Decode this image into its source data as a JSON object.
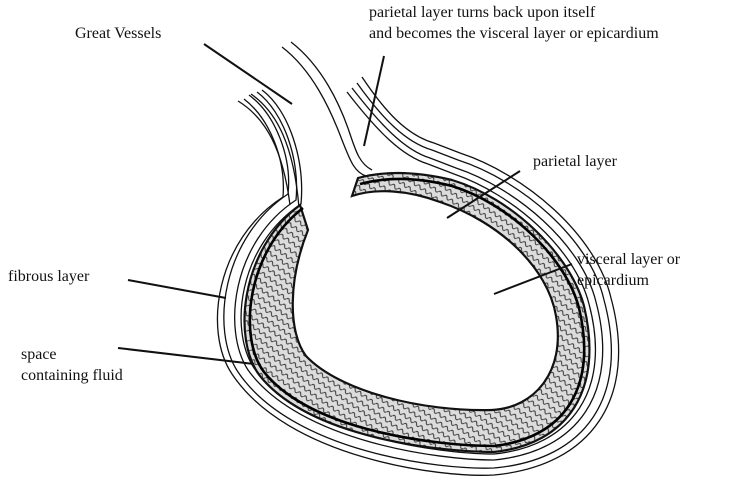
{
  "labels": {
    "great_vessels": "Great Vessels",
    "turns_back": [
      "parietal layer turns back upon itself",
      "and becomes the visceral layer or epicardium"
    ],
    "parietal": "parietal layer",
    "visceral": [
      "visceral layer or",
      "epicardium"
    ],
    "fibrous": "fibrous layer",
    "space": [
      "space",
      "containing fluid"
    ]
  },
  "colors": {
    "ink": "#111111",
    "background": "#ffffff",
    "myocardium_fill": "#d9d9d9"
  }
}
